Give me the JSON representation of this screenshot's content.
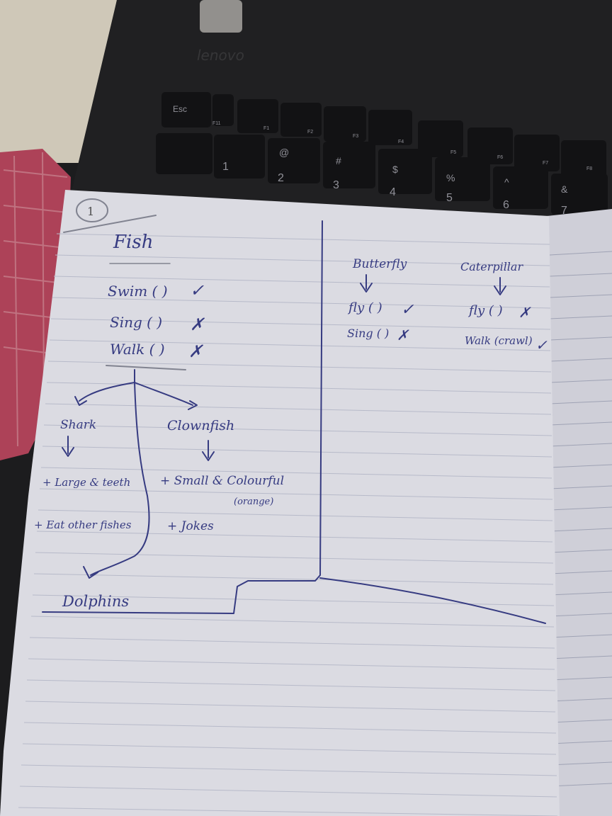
{
  "laptop": {
    "brand": "lenovo",
    "keys": [
      "Esc",
      "F11",
      "F1",
      "F2",
      "F3",
      "F4",
      "F5",
      "F6",
      "F7",
      "F8",
      "1",
      "2",
      "@",
      "3",
      "#",
      "4",
      "$",
      "5",
      "%",
      "6",
      "^",
      "7",
      "&"
    ]
  },
  "notes": {
    "number": "1",
    "title": "Fish",
    "methods": [
      {
        "text": "Swim ( )",
        "mark": "✓"
      },
      {
        "text": "Sing ( )",
        "mark": "✗"
      },
      {
        "text": "Walk ( )",
        "mark": "✗"
      }
    ],
    "branch_left": {
      "name": "Shark",
      "line1": "+ Large & teeth",
      "line2": "+ Eat other fishes"
    },
    "branch_right": {
      "name": "Clownfish",
      "line1": "+ Small & Colourful",
      "line2": "(orange)",
      "line3": "+ Jokes"
    },
    "bottom": "Dolphins",
    "butterfly": {
      "name": "Butterfly",
      "fly": "fly ( )",
      "fly_mark": "✓",
      "sing": "Sing ( )",
      "sing_mark": "✗"
    },
    "caterpillar": {
      "name": "Caterpillar",
      "fly": "fly ( )",
      "fly_mark": "✗",
      "walk": "Walk (crawl)",
      "walk_mark": "✓"
    }
  },
  "colors": {
    "ink": "#3a3f8a",
    "paper": "#e9e9f1",
    "laptop": "#1e1e20",
    "cloth": "#b8475e"
  }
}
